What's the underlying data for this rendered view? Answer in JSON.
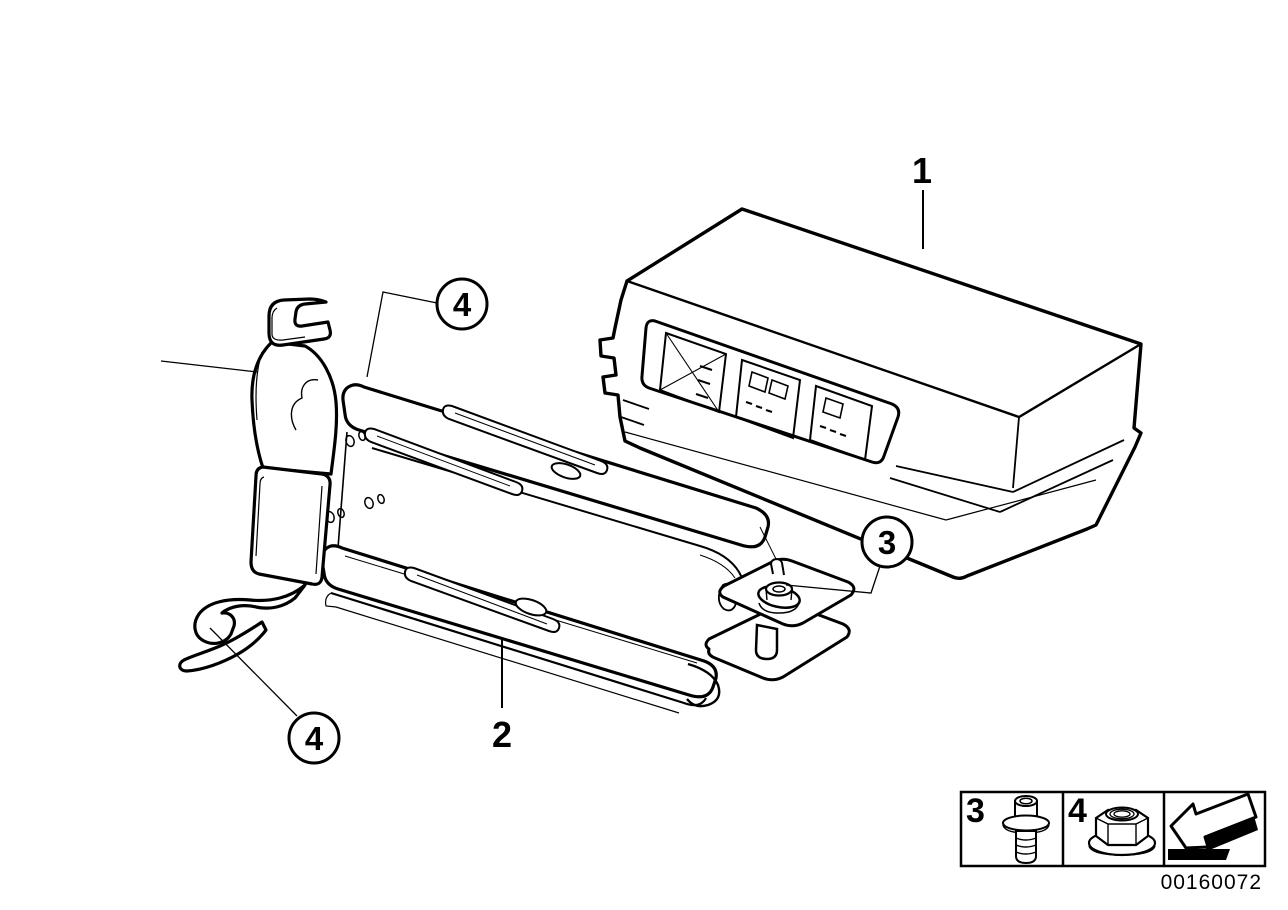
{
  "figure": {
    "background_color": "#ffffff",
    "line_color": "#000000"
  },
  "callouts": {
    "part1": {
      "label": "1"
    },
    "part2": {
      "label": "2"
    },
    "part3": {
      "label": "3"
    },
    "part4_upper": {
      "label": "4"
    },
    "part4_lower": {
      "label": "4"
    }
  },
  "legend": {
    "cell_screw": {
      "number": "3",
      "icon": "torx-screw-icon"
    },
    "cell_nut": {
      "number": "4",
      "icon": "flange-nut-icon"
    },
    "cell_arrow": {
      "icon": "direction-arrow-icon"
    },
    "diagram_number": "00160072"
  }
}
